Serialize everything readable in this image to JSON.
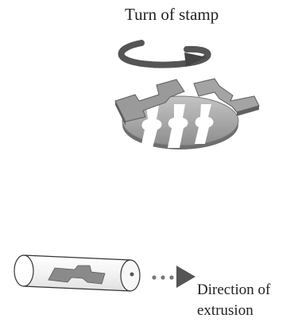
{
  "labels": {
    "turn": "Turn of stamp",
    "direction_line1": "Direction of",
    "direction_line2": "extrusion"
  },
  "colors": {
    "arrow": "#555555",
    "stamp_fill": "#a9a9a9",
    "stamp_dark": "#6e6e6e",
    "specimen": "#8a8a8a",
    "outline": "#333333"
  }
}
